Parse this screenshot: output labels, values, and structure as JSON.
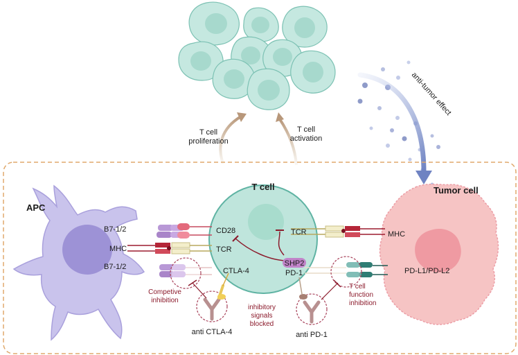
{
  "labels": {
    "t_cell": "T cell",
    "tumor_cell": "Tumor cell",
    "apc": "APC",
    "b7_top": "B7-1/2",
    "mhc_left": "MHC",
    "b7_bottom": "B7-1/2",
    "cd28": "CD28",
    "tcr_left": "TCR",
    "ctla4": "CTLA-4",
    "tcr_right": "TCR",
    "mhc_right": "MHC",
    "shp2": "SHP2",
    "pd1": "PD-1",
    "pdl": "PD-L1/PD-L2",
    "proliferation_l1": "T cell",
    "proliferation_l2": "proliferation",
    "activation_l1": "T cell",
    "activation_l2": "activation",
    "anti_tumor": "anti-tumor effect",
    "competive_l1": "Competive",
    "competive_l2": "inhibition",
    "inhib_l1": "inhibitory",
    "inhib_l2": "signals",
    "inhib_l3": "blocked",
    "tfunc_l1": "T cell",
    "tfunc_l2": "function",
    "tfunc_l3": "inhibition",
    "anti_ctla4": "anti CTLA-4",
    "anti_pd1": "anti PD-1"
  },
  "colors": {
    "t_cell_fill": "#bfe5dc",
    "t_cell_stroke": "#5fb3a3",
    "apc_fill": "#c9c3ec",
    "apc_nucleus": "#9d92d6",
    "tumor_fill": "#f6c4c4",
    "tumor_nucleus": "#ef9aa2",
    "inhibit_line": "#8b1a2b",
    "dashed_border": "#e0a96d",
    "arrow_tan": "#c9b08e",
    "arrow_blue": "#7d8fc7"
  }
}
